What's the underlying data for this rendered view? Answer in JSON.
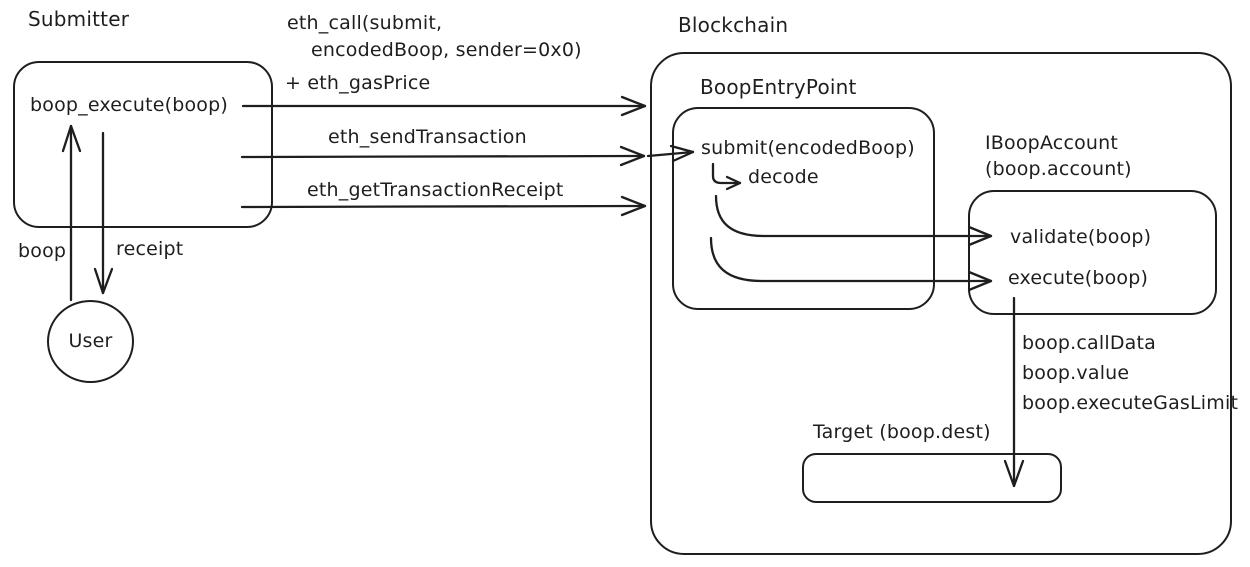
{
  "submitter": {
    "title": "Submitter",
    "method": "boop_execute(boop)"
  },
  "user": {
    "label": "User"
  },
  "edges": {
    "eth_call_l1": "eth_call(submit,",
    "eth_call_l2": "encodedBoop, sender=0x0)",
    "eth_call_l3": "+ eth_gasPrice",
    "eth_send": "eth_sendTransaction",
    "eth_receipt": "eth_getTransactionReceipt",
    "boop": "boop",
    "receipt": "receipt",
    "calldata": "boop.callData",
    "value": "boop.value",
    "gaslimit": "boop.executeGasLimit"
  },
  "blockchain": {
    "title": "Blockchain"
  },
  "entrypoint": {
    "title": "BoopEntryPoint",
    "submit": "submit(encodedBoop)",
    "decode": "decode"
  },
  "account": {
    "title1": "IBoopAccount",
    "title2": "(boop.account)",
    "validate": "validate(boop)",
    "execute": "execute(boop)"
  },
  "target": {
    "title": "Target (boop.dest)"
  },
  "colors": {
    "stroke": "#1e1e1e",
    "background": "#ffffff"
  }
}
